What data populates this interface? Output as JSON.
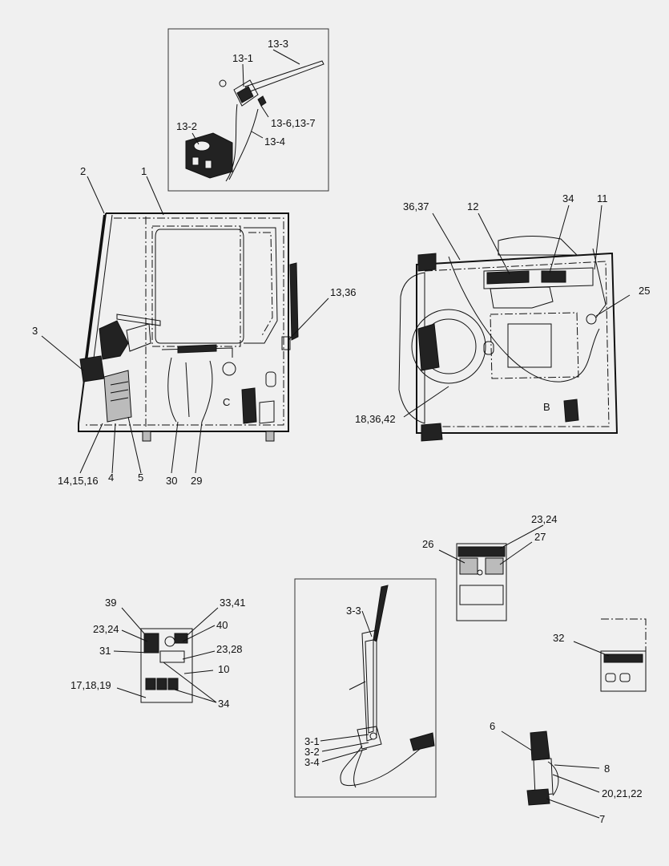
{
  "diagram": {
    "background": "#f0f0f0",
    "line_color": "#111111",
    "callouts": {
      "c13_3": "13-3",
      "c13_1": "13-1",
      "c13_6_7": "13-6,13-7",
      "c13_2": "13-2",
      "c13_4": "13-4",
      "c2": "2",
      "c1": "1",
      "c3": "3",
      "c13_36": "13,36",
      "c14_15_16": "14,15,16",
      "c4": "4",
      "c5": "5",
      "c30": "30",
      "c29": "29",
      "c36_37": "36,37",
      "c12": "12",
      "c34_top": "34",
      "c11": "11",
      "c25": "25",
      "c18_36_42": "18,36,42",
      "c23_24_top": "23,24",
      "c26": "26",
      "c27": "27",
      "c39": "39",
      "c33_41": "33,41",
      "c23_24_left": "23,24",
      "c40": "40",
      "c31": "31",
      "c23_28": "23,28",
      "c10": "10",
      "c17_18_19": "17,18,19",
      "c34_bottom": "34",
      "c3_3": "3-3",
      "c3_1": "3-1",
      "c3_2": "3-2",
      "c3_4": "3-4",
      "c32": "32",
      "c6": "6",
      "c8": "8",
      "c20_21_22": "20,21,22",
      "c7": "7",
      "mark_b": "B",
      "mark_c": "C"
    }
  }
}
